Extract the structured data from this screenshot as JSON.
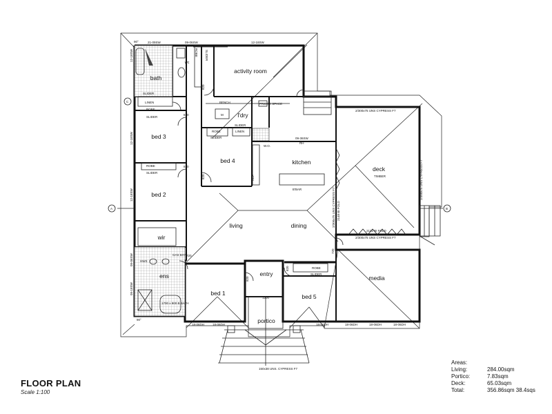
{
  "title": "FLOOR PLAN",
  "scale": "Scale 1:100",
  "rooms": {
    "bath": "bath",
    "wc": "wc",
    "activity": "activity room",
    "ldry": "l'dry",
    "bed3": "bed 3",
    "bed4": "bed 4",
    "kitchen": "kitchen",
    "deck": "deck",
    "bed2": "bed 2",
    "wir": "wir",
    "living": "living",
    "dining": "dining",
    "ens": "ens",
    "entry": "entry",
    "bed1": "bed 1",
    "bed5": "bed 5",
    "media": "media",
    "portico": "portico"
  },
  "labels": {
    "robe": "ROBE",
    "slider": "SLIDER",
    "linen": "LINEN",
    "bench": "BENCH",
    "fridge_space": "FRIDGE SPACE",
    "wo": "W.O.",
    "ref": "REF",
    "bbar": "B'BAR",
    "timber": "TIMBER",
    "gas_bay": "GAS BAY",
    "bath_unit": "1700 x 900 B BATH",
    "hws": "HWS",
    "cypress_top": "2/300x75 UNS CYPRESS F7",
    "cypress_side": "2/300x75 UNS CYPRESS F7",
    "cypress_mid": "2/300x75 UNS CYPRESS F7",
    "cypress_bottom": "2/300x75 UNS CYPRESS F7",
    "bi_fold_top": "2148 BI FOLD",
    "bi_fold_bottom": "2132 BI FOLD",
    "portico_beam": "150x38 UNS. CYPRESS F7",
    "win_top1": "21-09SW",
    "win_top2": "09-06SW",
    "win_top3": "12-18SW",
    "win_kitchen": "09-36SW",
    "win_left1": "12-18SW",
    "win_left2": "12-18SW",
    "win_left3": "12-18SW",
    "win_left4": "09-06SW",
    "win_left5": "09-18SW",
    "win_bottom1": "18-06DH",
    "win_bottom2": "18-06DH",
    "win_bottom3": "18-06DH",
    "win_bottom4": "18-06DH",
    "win_bottom5": "18-06DH",
    "win_bottom6": "18-06DH",
    "door820": "820",
    "door720": "720",
    "door1200": "1200",
    "rangehood": "RH",
    "sink_m": "M",
    "grid_a": "A",
    "grid_b": "B",
    "grid_c": "C",
    "deg90": "90°"
  },
  "areas": {
    "header": "Areas:",
    "living_label": "Living:",
    "living_value": "284.00sqm",
    "portico_label": "Portico:",
    "portico_value": "7.83sqm",
    "deck_label": "Deck:",
    "deck_value": "65.03sqm",
    "total_label": "Total:",
    "total_value": "356.86sqm 38.4sqs"
  }
}
